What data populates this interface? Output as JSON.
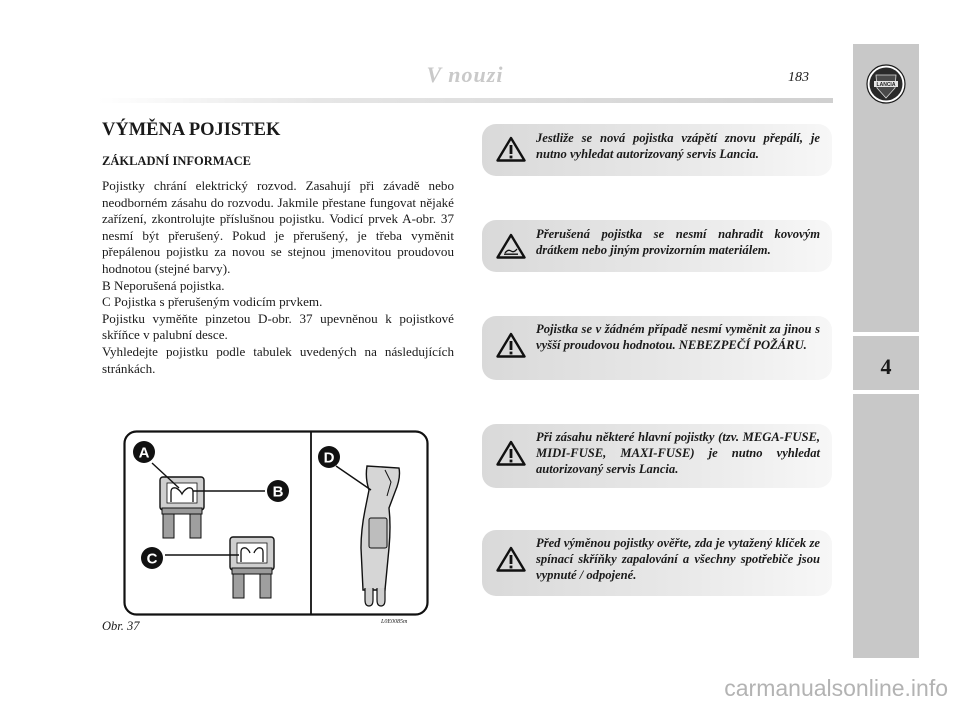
{
  "header": {
    "section_title": "V nouzi",
    "page_number": "183"
  },
  "side_tab": {
    "chapter_number": "4"
  },
  "logo": {
    "text": "LANCIA"
  },
  "main": {
    "title": "VÝMĚNA POJISTEK",
    "subheading": "ZÁKLADNÍ INFORMACE",
    "paragraphs": [
      "Pojistky chrání elektrický rozvod. Zasahují při závadě nebo neodborném zásahu do rozvodu. Jakmile přestane fungovat nějaké zařízení, zkontrolujte příslušnou pojistku. Vodicí prvek A-obr. 37 nesmí být přerušený.  Pokud je přerušený, je třeba vyměnit přepálenou pojistku za novou se stejnou jmenovitou proudovou hodnotou (stejné barvy).",
      "B   Neporušená pojistka.",
      "C   Pojistka s přerušeným vodicím prvkem.",
      "Pojistku vyměňte pinzetou D-obr. 37 upevněnou k pojistkové skříňce v palubní desce.",
      "Vyhledejte pojistku podle tabulek uvedených na následujících stránkách."
    ]
  },
  "warnings": [
    {
      "text": "Jestliže se nová pojistka vzápětí znovu přepálí, je nutno vyhledat autorizovaný servis Lancia.",
      "icon": "warning-triangle"
    },
    {
      "text": "Přerušená pojistka se nesmí nahradit kovovým drátkem nebo jiným provizorním materiálem.",
      "icon": "warning-triangle"
    },
    {
      "text": "Pojistka se v žádném případě nesmí  vyměnit za jinou s vyšší proudovou hodnotou. NEBEZPEČÍ POŽÁRU.",
      "icon": "warning-triangle"
    },
    {
      "text": "Při zásahu některé hlavní pojistky (tzv. MEGA-FUSE, MIDI-FUSE, MAXI-FUSE) je nutno vyhledat autorizovaný servis Lancia.",
      "icon": "warning-triangle"
    },
    {
      "text": "Před výměnou pojistky ověřte, zda je vytažený klíček ze spínací skříňky zapalování a všechny spotřebiče jsou vypnuté / odpojené.",
      "icon": "warning-triangle"
    }
  ],
  "figure": {
    "labels": {
      "a": "A",
      "b": "B",
      "c": "C",
      "d": "D"
    },
    "caption": "Obr. 37",
    "code": "L0E0085m"
  },
  "watermark": {
    "text": "carmanualsonline.info"
  }
}
